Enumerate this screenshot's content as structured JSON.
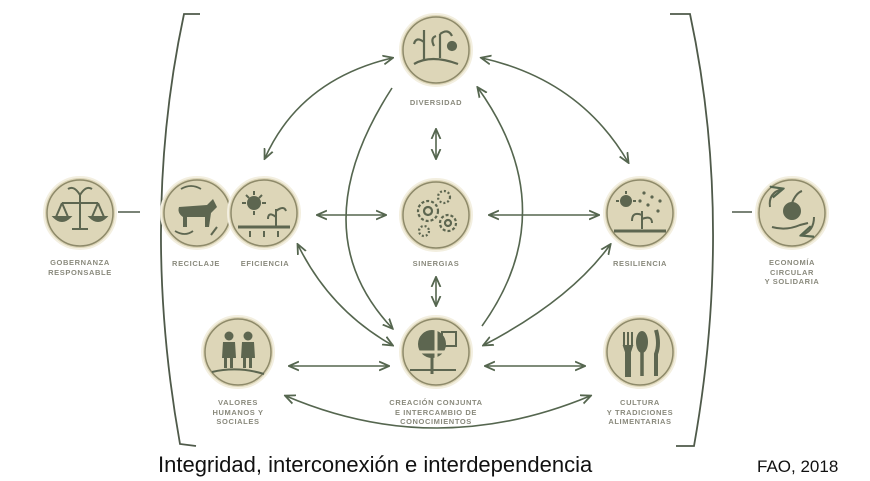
{
  "nodes": {
    "diversidad": "DIVERSIDAD",
    "reciclaje": "RECICLAJE",
    "eficiencia": "EFICIENCIA",
    "sinergias": "SINERGIAS",
    "resiliencia": "RESILIENCIA",
    "gobernanza": "GOBERNANZA\nRESPONSABLE",
    "economia": "ECONOMÍA CIRCULAR\nY SOLIDARIA",
    "valores": "VALORES\nHUMANOS Y\nSOCIALES",
    "creacion": "CREACIÓN CONJUNTA\nE INTERCAMBIO DE\nCONOCIMIENTOS",
    "cultura": "CULTURA\nY TRADICIONES\nALIMENTARIAS"
  },
  "caption": "Integridad, interconexión e interdependencia",
  "source": "FAO, 2018",
  "colors": {
    "circle_fill": "#ddd6b8",
    "circle_ring": "#8e8a6a",
    "arrow": "#55664f",
    "icon": "#5d6650",
    "label": "#8a8a7d"
  }
}
